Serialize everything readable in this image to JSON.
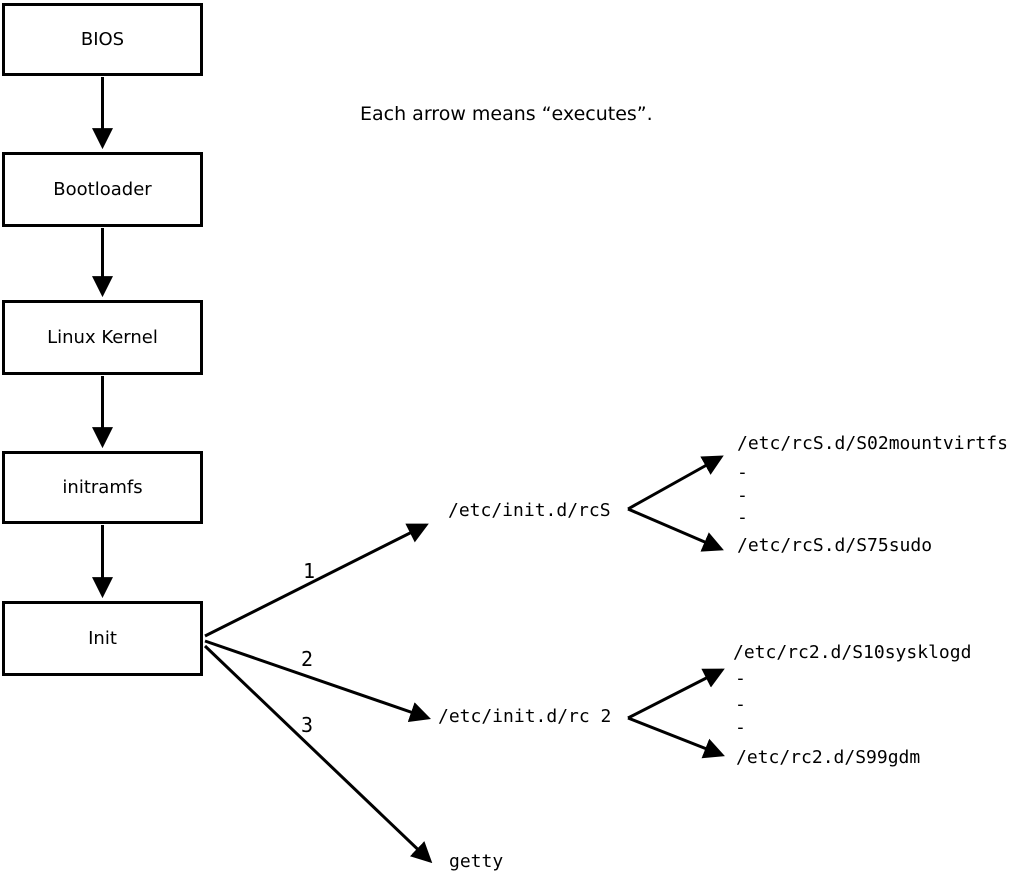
{
  "note": "Each arrow means “executes”.",
  "chain": [
    {
      "label": "BIOS"
    },
    {
      "label": "Bootloader"
    },
    {
      "label": "Linux Kernel"
    },
    {
      "label": "initramfs"
    },
    {
      "label": "Init"
    }
  ],
  "branches": {
    "rcs": {
      "order": "1",
      "target": "/etc/init.d/rcS",
      "children": [
        "/etc/rcS.d/S02mountvirtfs",
        "-",
        "-",
        "-",
        "/etc/rcS.d/S75sudo"
      ]
    },
    "rc2": {
      "order": "2",
      "target": "/etc/init.d/rc 2",
      "children": [
        "/etc/rc2.d/S10sysklogd",
        "-",
        "-",
        "-",
        "/etc/rc2.d/S99gdm"
      ]
    },
    "getty": {
      "order": "3",
      "target": "getty"
    }
  },
  "colors": {
    "line": "#000000",
    "background": "#ffffff",
    "box_fill": "#ffffff"
  }
}
